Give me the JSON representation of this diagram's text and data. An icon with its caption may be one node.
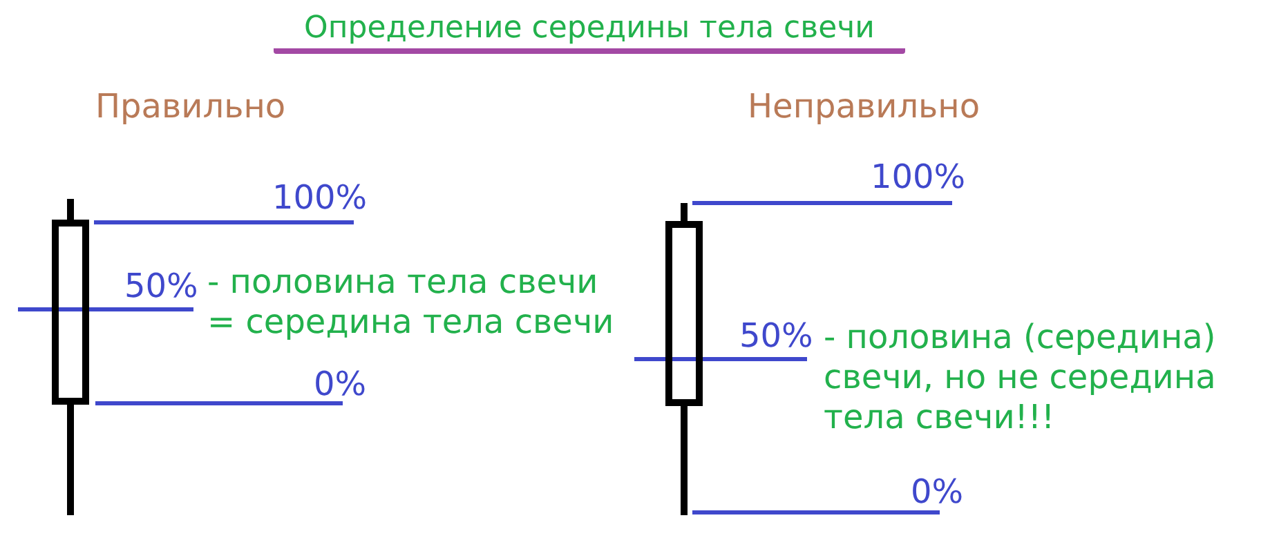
{
  "diagram": {
    "title": "Определение середины тела свечи",
    "labels": [
      "Правильно",
      "Неправильно",
      "100%",
      "50%",
      "- половина тела свечи = середина тела свечи",
      "0%",
      "100%",
      "50%",
      "- половина (середина) свечи, но не середина тела свечи!!!",
      "0%"
    ]
  }
}
